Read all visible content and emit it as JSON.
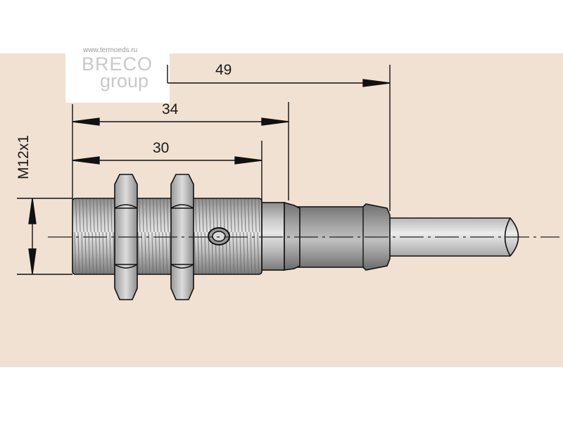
{
  "watermark": {
    "url": "www.termoeds.ru",
    "brand": "BRECO",
    "sub": "group"
  },
  "dimensions": {
    "total_length": "49",
    "thread_plus_neck_length": "34",
    "thread_length": "30",
    "thread_spec": "M12x1"
  },
  "colors": {
    "background_panel": "#f1e1d2",
    "metal_light": "#d4d4d4",
    "metal_dark": "#8a8a8a",
    "line": "#111111"
  }
}
